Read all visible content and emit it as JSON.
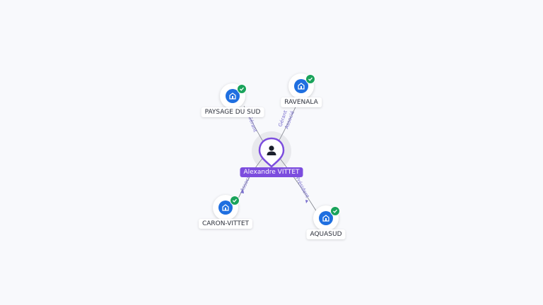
{
  "person": {
    "name": "Alexandre VITTET",
    "icon": "user-icon",
    "accent": "#7c4dde"
  },
  "companies": [
    {
      "name": "PAYSAGE DU SUD",
      "icon": "company-icon",
      "status": "check-icon"
    },
    {
      "name": "RAVENALA",
      "icon": "company-icon",
      "status": "check-icon"
    },
    {
      "name": "CARON-VITTET",
      "icon": "company-icon",
      "status": "check-icon"
    },
    {
      "name": "AQUASUD",
      "icon": "company-icon",
      "status": "check-icon"
    }
  ],
  "edges": [
    {
      "to": "PAYSAGE DU SUD",
      "labels": [
        "Gérant"
      ]
    },
    {
      "to": "RAVENALA",
      "labels": [
        "Gérant",
        "Associé"
      ]
    },
    {
      "to": "CARON-VITTET",
      "labels": [
        "Associé"
      ]
    },
    {
      "to": "AQUASUD",
      "labels": [
        "Président"
      ]
    }
  ],
  "colors": {
    "company": "#1f6fe0",
    "verified": "#1aa35b",
    "edge": "#7a6fcf"
  }
}
